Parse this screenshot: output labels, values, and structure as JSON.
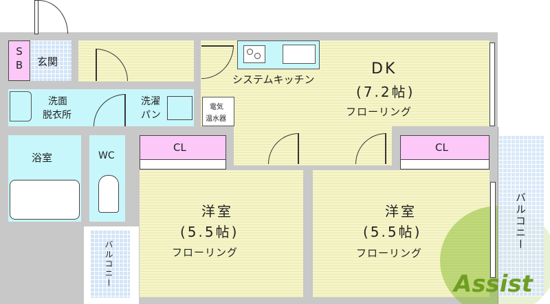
{
  "rooms": {
    "sb": "SB",
    "entrance": "玄関",
    "kitchen": "システムキッチン",
    "dk_name": "DK",
    "dk_size": "(7.2帖)",
    "dk_floor": "フローリング",
    "washroom_line1": "洗面",
    "washroom_line2": "脱衣所",
    "laundry_line1": "洗濯",
    "laundry_line2": "パン",
    "water_heater_line1": "電気",
    "water_heater_line2": "温水器",
    "bath": "浴室",
    "wc": "WC",
    "closet_left": "CL",
    "closet_right": "CL",
    "room_left_name": "洋室",
    "room_left_size": "(5.5帖)",
    "room_left_floor": "フローリング",
    "room_right_name": "洋室",
    "room_right_size": "(5.5帖)",
    "room_right_floor": "フローリング",
    "balcony_right": "バルコニー",
    "balcony_left": "バルコニー"
  },
  "watermark": "Assist",
  "colors": {
    "floor": "#f6f5c8",
    "wet": "#c8f7fb",
    "closet": "#fcc8f8",
    "tile": "#d2e4f7",
    "wall": "#c8c8c8",
    "watermark": "#8fbf3a"
  }
}
